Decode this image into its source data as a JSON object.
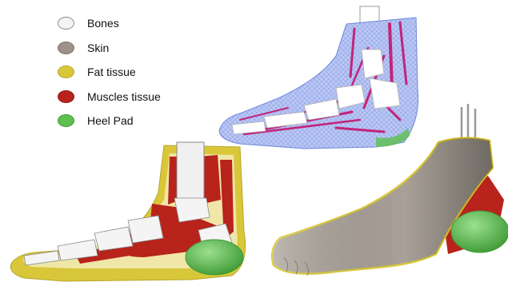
{
  "legend": {
    "items": [
      {
        "label": "Bones",
        "color": "#f4f4f4",
        "border": "#8a8a8a",
        "icon": "bone-swatch"
      },
      {
        "label": "Skin",
        "color": "#9d9189",
        "border": "#7d726b",
        "icon": "skin-swatch"
      },
      {
        "label": "Fat tissue",
        "color": "#d9c73a",
        "border": "#b8a62a",
        "icon": "fat-swatch"
      },
      {
        "label": "Muscles tissue",
        "color": "#b8231c",
        "border": "#8f1a14",
        "icon": "muscle-swatch"
      },
      {
        "label": "Heel Pad",
        "color": "#5cbf4e",
        "border": "#3f9a35",
        "icon": "heel-pad-swatch"
      }
    ]
  },
  "colors": {
    "bone": "#f4f4f4",
    "skin": "#a49a90",
    "fat": "#d9c73a",
    "muscle": "#b8231c",
    "heel_pad": "#5cbf4e",
    "mesh_blue": "#7f95e6",
    "mesh_magenta": "#c2247a"
  },
  "panels": {
    "top_right": "mesh-foot-render",
    "bottom_left": "sagittal-section-foot",
    "bottom_right": "skin-surface-foot"
  }
}
